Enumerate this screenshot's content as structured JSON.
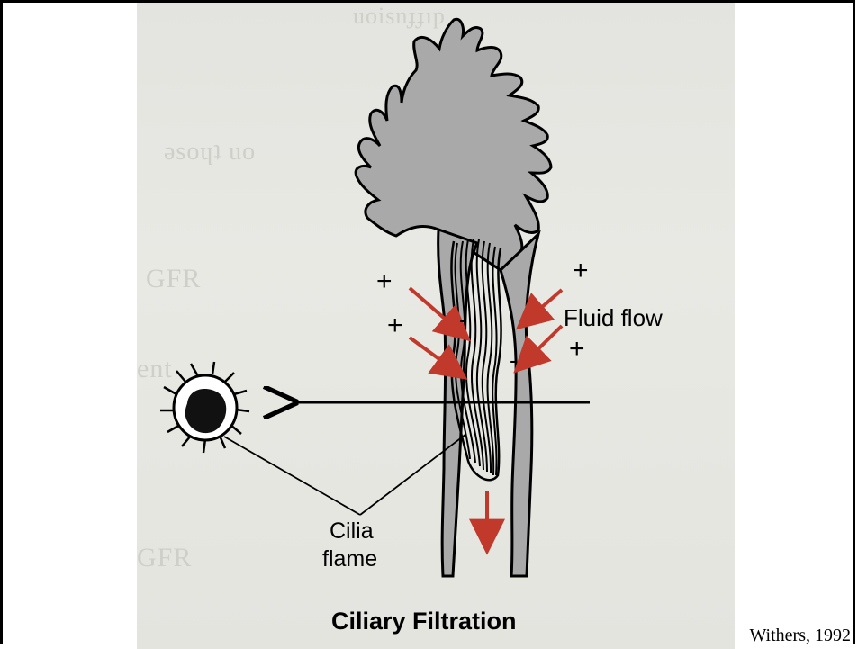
{
  "diagram": {
    "title": "Ciliary Filtration",
    "labels": {
      "fluid_flow": "Fluid flow",
      "cilia": "Cilia",
      "flame": "flame",
      "plus": "+",
      "minus": "-"
    }
  },
  "credit": "Withers, 1992",
  "colors": {
    "arrow": "#c0392b",
    "cell": "#a9a9a9"
  }
}
